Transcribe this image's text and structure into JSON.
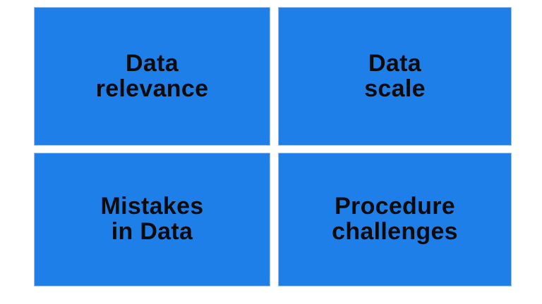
{
  "colors": {
    "box-fill": "#1E7FE8",
    "box-edge": "#9CC0EE",
    "text-color": "#0B0B0D",
    "bg": "#FFFFFF"
  },
  "grid": {
    "cells": [
      {
        "name": "data-relevance",
        "line1": "Data",
        "line2": "relevance"
      },
      {
        "name": "data-scale",
        "line1": "Data",
        "line2": "scale"
      },
      {
        "name": "mistakes-in-data",
        "line1": "Mistakes",
        "line2": "in Data"
      },
      {
        "name": "procedure-challenges",
        "line1": "Procedure",
        "line2": "challenges"
      }
    ]
  }
}
